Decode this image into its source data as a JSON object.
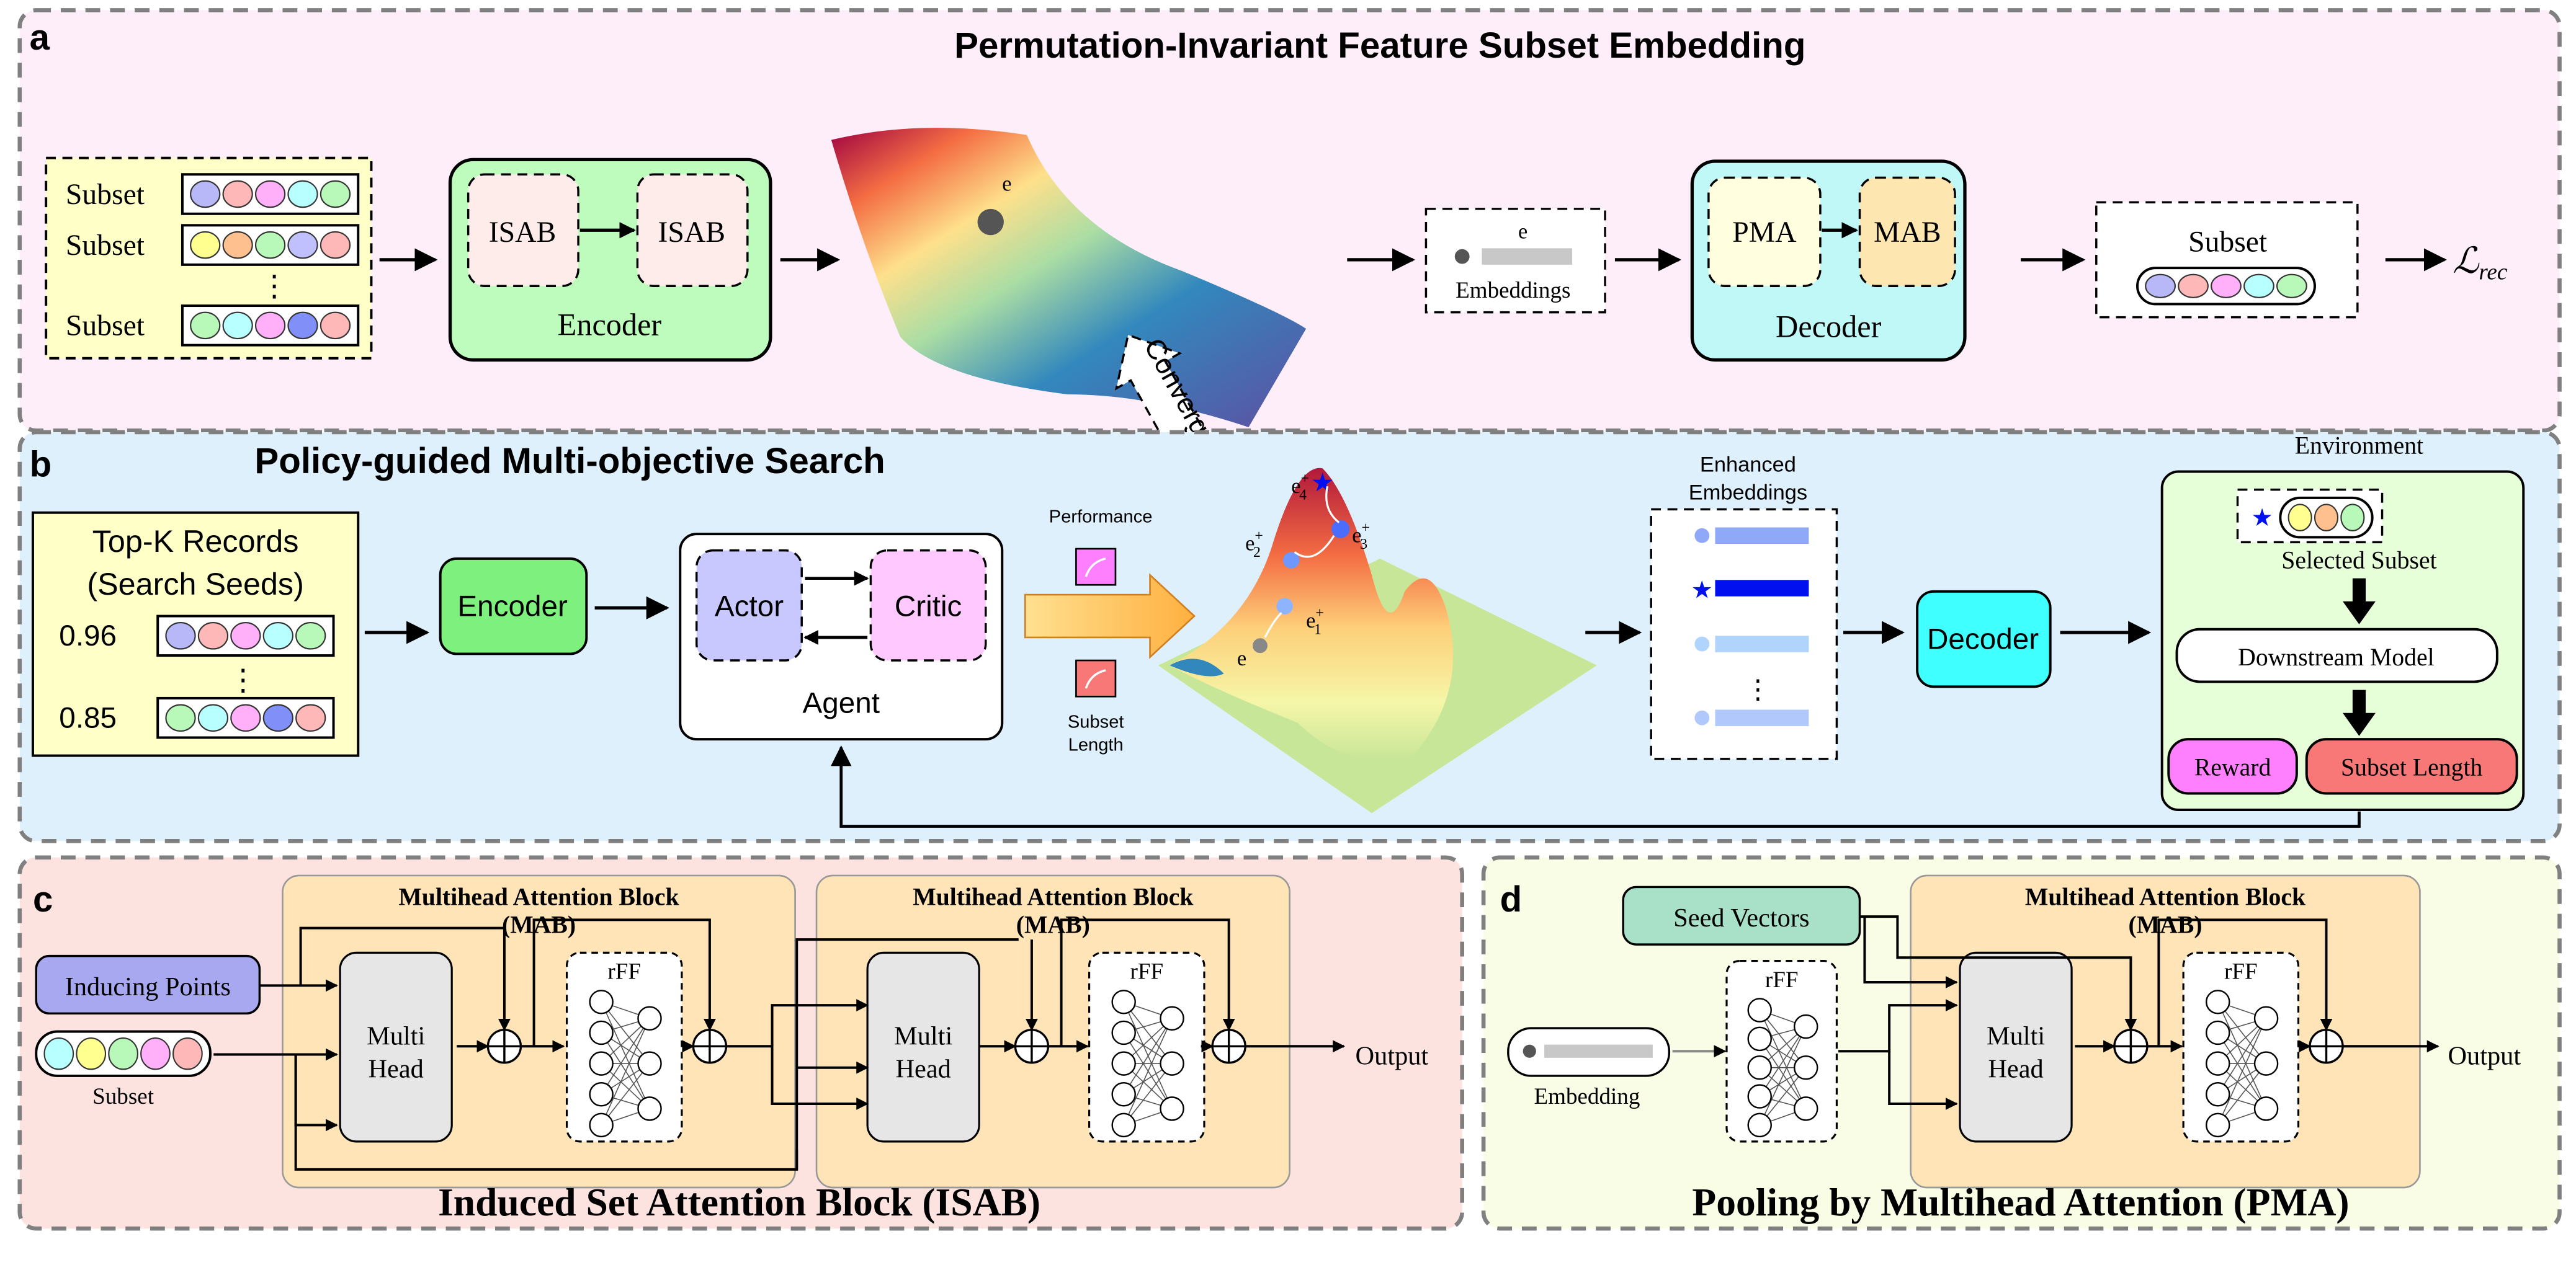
{
  "panel_a": {
    "label": "a",
    "title": "Permutation-Invariant Feature Subset Embedding",
    "subset_rows": [
      {
        "label": "Subset",
        "colors": [
          "#b8b8f8",
          "#ffb8b8",
          "#ffb0f8",
          "#b8ffff",
          "#b8f8b8"
        ]
      },
      {
        "label": "Subset",
        "colors": [
          "#ffff90",
          "#ffc090",
          "#b8f8b8",
          "#c0c0ff",
          "#ffb8b8"
        ]
      },
      {
        "label": "Subset",
        "colors": [
          "#b8f8b8",
          "#b8ffff",
          "#ffb0f8",
          "#8090f8",
          "#ffb8b8"
        ]
      }
    ],
    "encoder": {
      "label": "Encoder",
      "block1": "ISAB",
      "block2": "ISAB"
    },
    "surface_point": "e",
    "embedding": {
      "symbol": "e",
      "label": "Embeddings"
    },
    "decoder": {
      "label": "Decoder",
      "block1": "PMA",
      "block2": "MAB"
    },
    "output_subset": {
      "label": "Subset",
      "colors": [
        "#b8b8f8",
        "#ffb8b8",
        "#ffb0f8",
        "#b8ffff",
        "#b8f8b8"
      ]
    },
    "loss": "ℒ",
    "loss_sub": "rec",
    "converge": "Converge"
  },
  "panel_b": {
    "label": "b",
    "title": "Policy-guided Multi-objective Search",
    "topk": {
      "line1": "Top-K Records",
      "line2": "(Search Seeds)",
      "records": [
        {
          "score": "0.96",
          "colors": [
            "#b8b8f8",
            "#ffb8b8",
            "#ffb0f8",
            "#b8ffff",
            "#b8f8b8"
          ]
        },
        {
          "score": "0.85",
          "colors": [
            "#b8f8b8",
            "#b8ffff",
            "#ffb0f8",
            "#8090f8",
            "#ffb8b8"
          ]
        }
      ]
    },
    "encoder": "Encoder",
    "agent": {
      "label": "Agent",
      "actor": "Actor",
      "critic": "Critic"
    },
    "performance": "Performance",
    "subset_length_1": "Subset",
    "subset_length_2": "Length",
    "points": [
      "e",
      "e",
      "e",
      "e",
      "e"
    ],
    "point_subs": [
      "",
      "1",
      "2",
      "3",
      "4"
    ],
    "plus": "+",
    "enhanced_1": "Enhanced",
    "enhanced_2": "Embeddings",
    "decoder": "Decoder",
    "environment": {
      "title": "Environment",
      "selected_colors": [
        "#ffff90",
        "#ffc090",
        "#b8f8b8"
      ],
      "selected_label": "Selected Subset",
      "downstream": "Downstream Model",
      "reward": "Reward",
      "subset_length": "Subset Length"
    },
    "colors": {
      "star": "#0010ee",
      "encoder": "#7ef07e",
      "decoder": "#40ffff",
      "reward": "#ff80ff",
      "subset_length": "#f87878"
    }
  },
  "panel_c": {
    "label": "c",
    "mab_title": "Multihead Attention Block",
    "mab_sub": "(MAB)",
    "inducing": "Inducing Points",
    "subset_label": "Subset",
    "subset_colors": [
      "#b8ffff",
      "#ffff90",
      "#b8f8b8",
      "#ffb0f8",
      "#ffb8b8"
    ],
    "multihead_1": "Multi",
    "multihead_2": "Head",
    "rff": "rFF",
    "output": "Output",
    "title": "Induced Set Attention Block (ISAB)"
  },
  "panel_d": {
    "label": "d",
    "seed": "Seed Vectors",
    "embedding": "Embedding",
    "mab_title": "Multihead Attention Block",
    "mab_sub": "(MAB)",
    "multihead_1": "Multi",
    "multihead_2": "Head",
    "rff": "rFF",
    "output": "Output",
    "title": "Pooling by Multihead Attention (PMA)"
  }
}
